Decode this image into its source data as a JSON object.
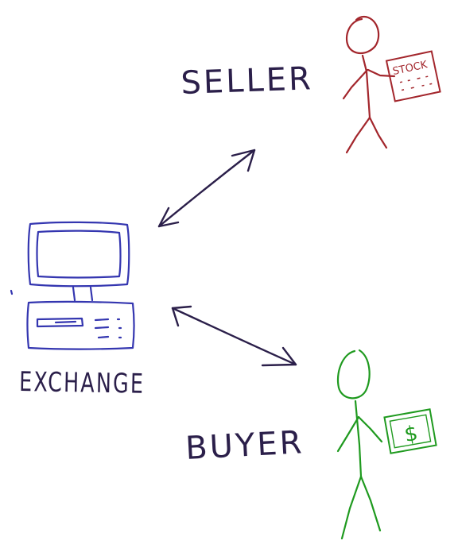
{
  "labels": {
    "seller": "SELLER",
    "buyer": "BUYER",
    "exchange": "EXCHANGE",
    "stock": "STOCK",
    "dollar": "$"
  },
  "colors": {
    "ink": "#2b1f4a",
    "seller": "#a3262c",
    "buyer": "#1f9a1f",
    "exchange": "#3436b0"
  },
  "icons": {
    "seller": "stick-figure-holding-stock-certificate",
    "buyer": "stick-figure-holding-dollar-bill",
    "exchange": "desktop-computer"
  }
}
